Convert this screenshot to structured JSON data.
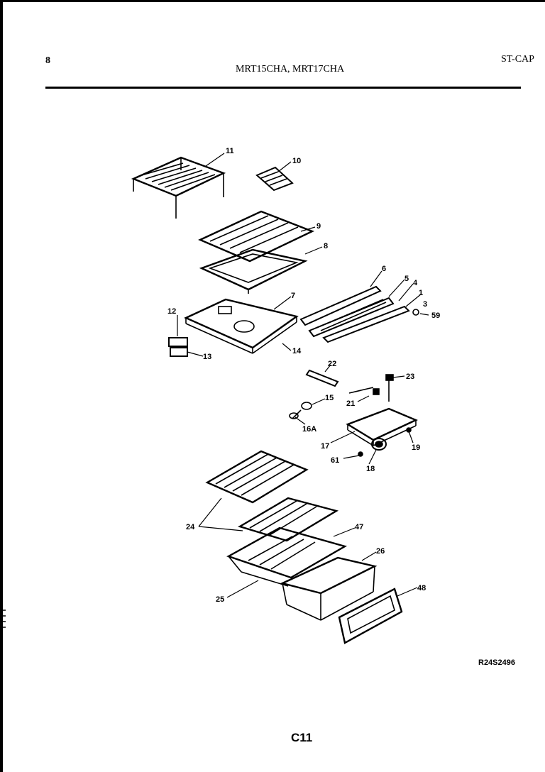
{
  "header": {
    "page_number": "8",
    "models": "MRT15CHA, MRT17CHA",
    "section_code": "ST-CAP"
  },
  "callouts": [
    "11",
    "10",
    "9",
    "8",
    "6",
    "5",
    "4",
    "1",
    "3",
    "59",
    "7",
    "12",
    "13",
    "14",
    "22",
    "23",
    "15",
    "21",
    "16A",
    "17",
    "61",
    "18",
    "19",
    "24",
    "47",
    "26",
    "25",
    "48"
  ],
  "footer": {
    "reference_code": "R24S2496",
    "page_code": "C11"
  }
}
